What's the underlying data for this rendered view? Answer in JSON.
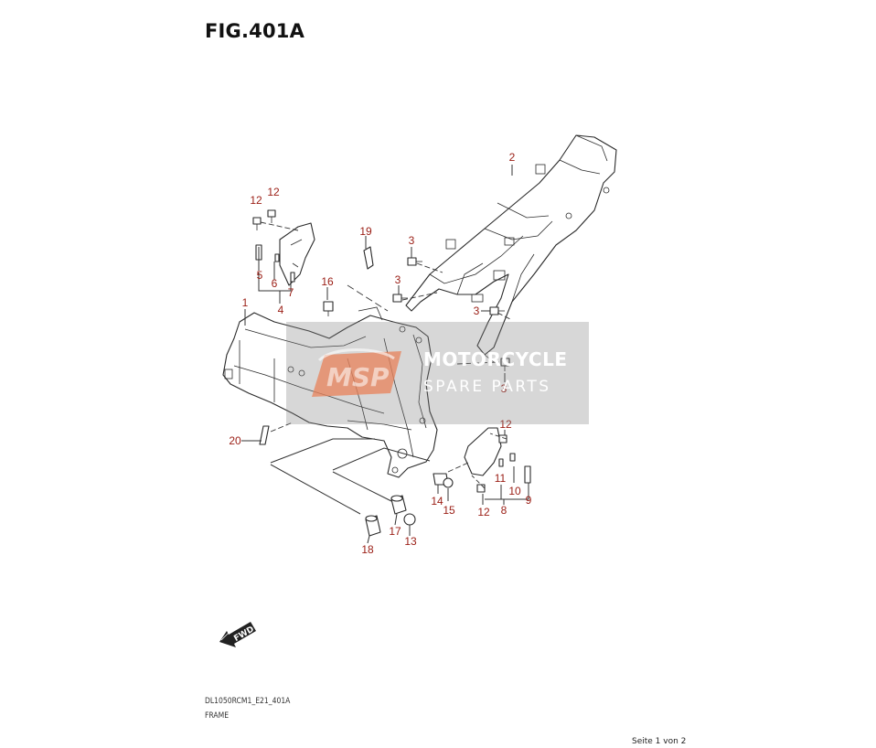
{
  "figure": {
    "title": "FIG.401A",
    "model_code": "DL1050RCM1_E21_401A",
    "section_name": "FRAME",
    "page_label": "Seite 1 von 2"
  },
  "watermark": {
    "logo_text": "MSP",
    "line1": "MOTORCYCLE",
    "line2": "SPARE PARTS"
  },
  "direction_badge": "FWD",
  "callouts": [
    "1",
    "2",
    "3",
    "3",
    "3",
    "3",
    "4",
    "5",
    "6",
    "7",
    "8",
    "9",
    "10",
    "11",
    "12",
    "12",
    "12",
    "12",
    "13",
    "14",
    "15",
    "16",
    "17",
    "18",
    "19",
    "20"
  ],
  "colors": {
    "callout": "#9a1d14",
    "line": "#2a2a2a",
    "watermark_band": "#828282"
  }
}
